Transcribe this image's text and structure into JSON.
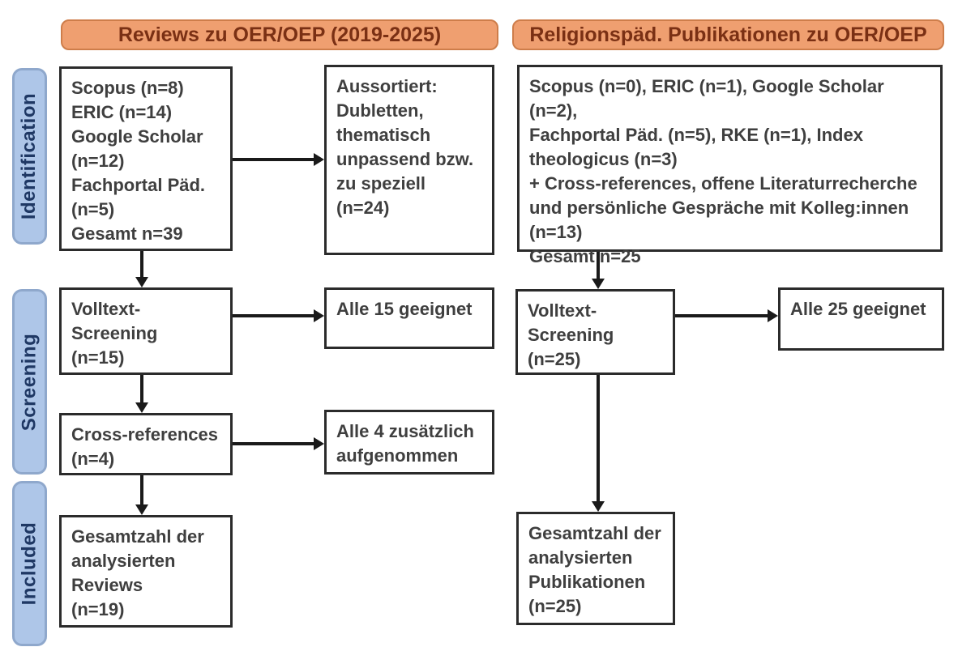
{
  "headers": [
    "Reviews zu OER/OEP (2019-2025)",
    "Religionspäd. Publikationen zu OER/OEP"
  ],
  "stages": [
    "Identification",
    "Screening",
    "Included"
  ],
  "boxes": {
    "reviews_identification": "Scopus (n=8)\nERIC (n=14)\nGoogle Scholar\n(n=12)\nFachportal Päd.\n(n=5)\nGesamt n=39",
    "reviews_excluded": "Aussortiert:\nDubletten,\nthematisch\nunpassend bzw.\nzu speziell\n(n=24)",
    "reviews_fulltext": "Volltext-\nScreening\n(n=15)",
    "reviews_fulltext_result": "Alle 15 geeignet",
    "reviews_crossref": "Cross-references\n(n=4)",
    "reviews_crossref_result": "Alle 4 zusätzlich\naufgenommen",
    "reviews_included": "Gesamtzahl der\nanalysierten\nReviews\n(n=19)",
    "relpaed_identification": "Scopus (n=0), ERIC (n=1), Google Scholar (n=2),\nFachportal Päd. (n=5), RKE (n=1), Index\ntheologicus (n=3)\n+ Cross-references, offene Literaturrecherche\nund persönliche Gespräche mit Kolleg:innen\n(n=13)\nGesamt n=25",
    "relpaed_fulltext": "Volltext-\nScreening\n(n=25)",
    "relpaed_fulltext_result": "Alle 25 geeignet",
    "relpaed_included": "Gesamtzahl der\nanalysierten\nPublikationen\n(n=25)"
  },
  "colors": {
    "bg": "#ffffff",
    "header_fill": "#ef9f70",
    "header_border": "#ce7d4a",
    "header_text": "#7a3014",
    "stage_fill": "#aec6e8",
    "stage_border": "#8fa8cc",
    "stage_text": "#1f3864",
    "box_border": "#2b2b2b",
    "box_text": "#3f3f3f",
    "arrow_color": "#1a1a1a"
  }
}
